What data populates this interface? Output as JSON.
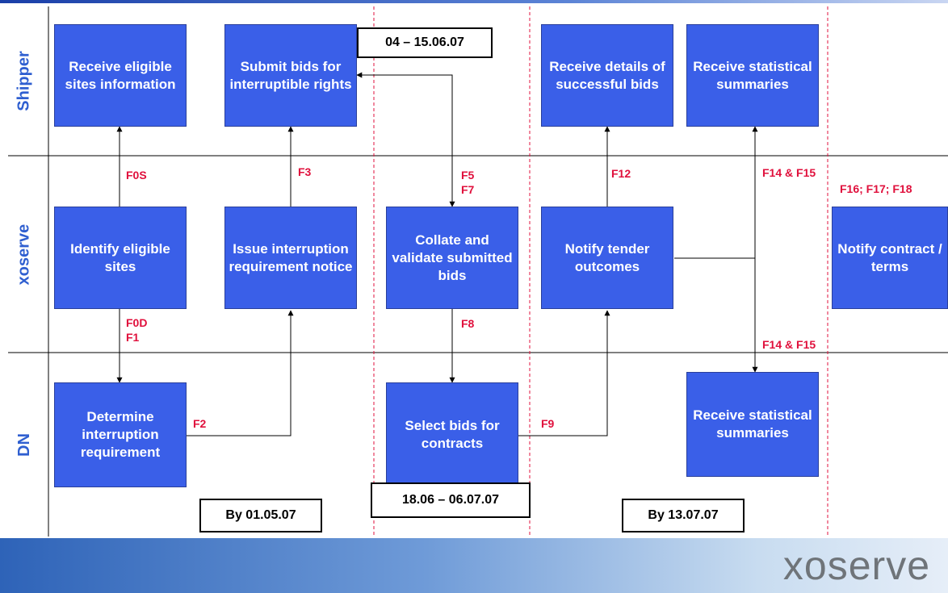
{
  "lanes": {
    "shipper": "Shipper",
    "xoserve": "xoserve",
    "dn": "DN"
  },
  "boxes": {
    "receive_eligible": "Receive eligible sites information",
    "submit_bids": "Submit bids for interruptible rights",
    "receive_details": "Receive details of successful bids",
    "receive_stats_shipper": "Receive statistical summaries",
    "identify_sites": "Identify eligible sites",
    "issue_notice": "Issue interruption requirement notice",
    "collate_bids": "Collate and validate submitted bids",
    "notify_outcomes": "Notify tender outcomes",
    "notify_contract": "Notify contract / terms",
    "determine_requirement": "Determine interruption requirement",
    "select_bids": "Select bids for contracts",
    "receive_stats_dn": "Receive statistical summaries"
  },
  "flows": {
    "f0s": "F0S",
    "f3": "F3",
    "f5_f7": "F5\nF7",
    "f12": "F12",
    "f14_f15_top": "F14 & F15",
    "f16_f18": "F16; F17; F18",
    "f0d_f1": "F0D\nF1",
    "f8": "F8",
    "f14_f15_bottom": "F14 & F15",
    "f2": "F2",
    "f9": "F9"
  },
  "dates": {
    "bid_window": "04 – 15.06.07",
    "by_0105": "By 01.05.07",
    "select_window": "18.06 – 06.07.07",
    "by_1307": "By 13.07.07"
  },
  "logo": {
    "text": "xoserve"
  },
  "colors": {
    "box_fill": "#3a5fe8",
    "flow_label": "#e0103c",
    "lane_label": "#2f5fd0",
    "phase_divider": "#e0103c"
  }
}
